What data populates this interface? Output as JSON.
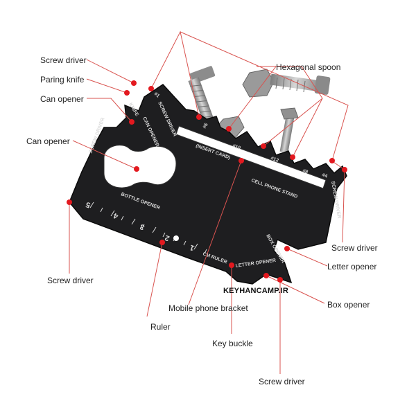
{
  "callouts": {
    "screw_driver_top": "Screw driver",
    "paring_knife": "Paring knife",
    "can_opener_top": "Can opener",
    "can_opener_left": "Can opener",
    "hexagonal_spoon": "Hexagonal spoon",
    "screw_driver_left": "Screw driver",
    "screw_driver_right": "Screw driver",
    "letter_opener": "Letter opener",
    "box_opener": "Box opener",
    "mobile_phone_bracket": "Mobile phone bracket",
    "ruler": "Ruler",
    "key_buckle": "Key buckle",
    "screw_driver_bottom": "Screw driver"
  },
  "card_text": {
    "num_1": "#1",
    "num_6": "#6",
    "num_10": "#10",
    "num_12": "#12",
    "num_8": "#8",
    "num_4": "#4",
    "screw_driver_1": "SCREW DRIVER",
    "screw_driver_2": "SCREW DRIVER",
    "screw_driver_3": "SCREW DRIVER",
    "can_opener": "CAN OPENER",
    "bottle_opener": "BOTTLE OPENER",
    "cell_phone_stand": "CELL PHONE STAND",
    "insert_card": "(INSERT CARD)",
    "cm_ruler": "CM RULER",
    "letter_opener": "LETTER OPENER",
    "box_opener": "BOX OPENER",
    "knife": "KNIFE",
    "ruler_numbers": [
      "1",
      "2",
      "3",
      "4",
      "5"
    ]
  },
  "watermark": "KEYHANCAMP.IR",
  "colors": {
    "card": "#1e1e20",
    "card_engrave": "#d8d8d8",
    "leader": "#d9534f",
    "dot": "#e3191f",
    "metal": "#a9a9a9"
  }
}
